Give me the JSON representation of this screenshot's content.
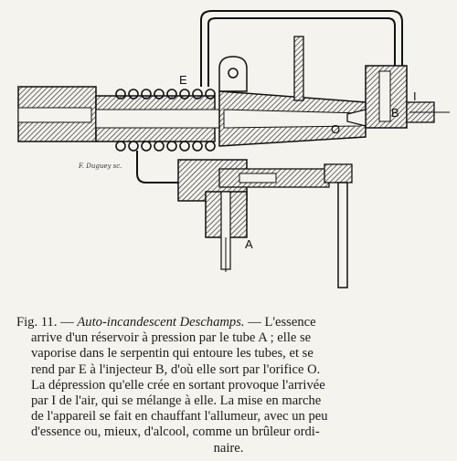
{
  "figure": {
    "labels": {
      "E": "E",
      "B": "B",
      "I": "I",
      "O": "O",
      "A": "A"
    },
    "engraver_signature": "F. Duguey sc."
  },
  "caption": {
    "fig_number": "Fig. 11.",
    "dash1": "—",
    "title": "Auto-incandescent Deschamps.",
    "dash2": "—",
    "line1": "L'essence",
    "line2": "arrive d'un réservoir à pression par le tube A ; elle se",
    "line3": "vaporise dans le serpentin qui entoure les tubes, et se",
    "line4": "rend par E à l'injecteur B, d'où elle sort par l'orifice O.",
    "line5": "La dépression qu'elle crée en sortant provoque l'arrivée",
    "line6": "par I de l'air, qui se mélange à elle. La mise en marche",
    "line7": "de l'appareil se fait en chauffant l'allumeur, avec un peu",
    "line8": "d'essence ou, mieux, d'alcool, comme un brûleur ordi-",
    "line9": "naire."
  }
}
